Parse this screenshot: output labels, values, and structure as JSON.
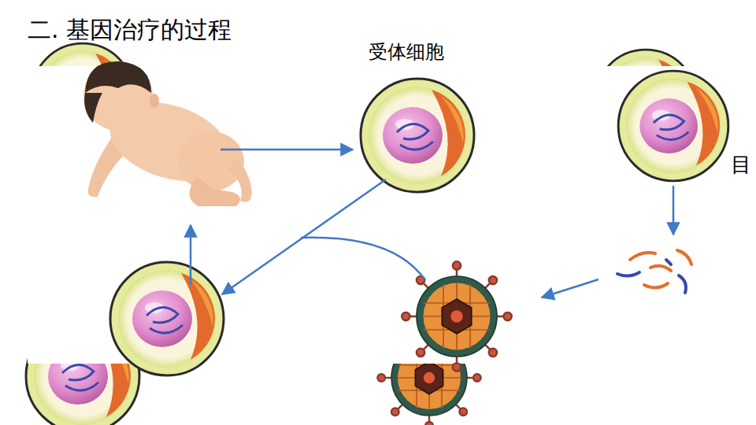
{
  "diagram": {
    "title": "二. 基因治疗的过程",
    "labels": [
      "受体细胞",
      "目"
    ]
  }
}
